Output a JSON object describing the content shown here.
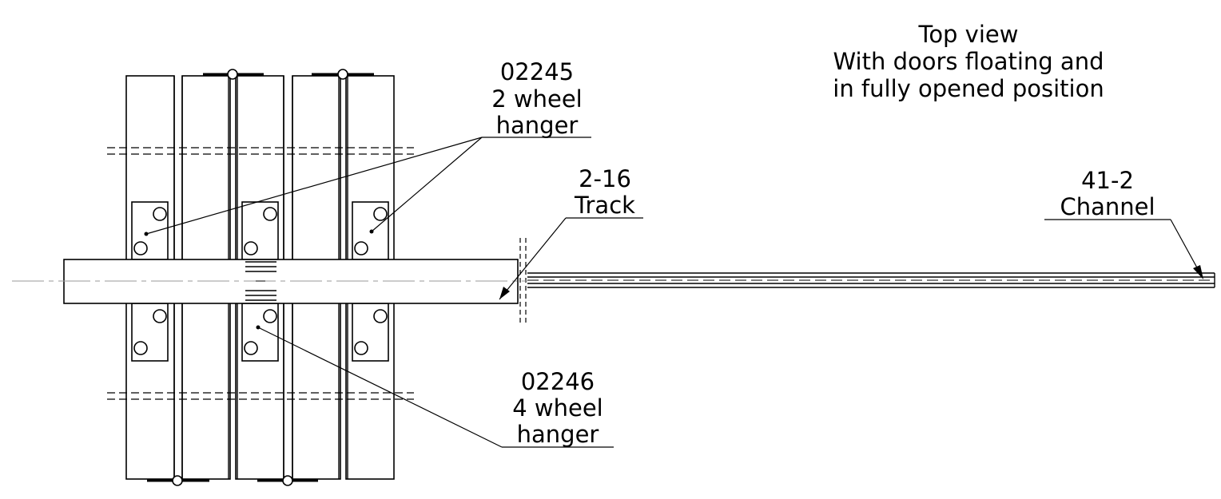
{
  "title": {
    "line1": "Top view",
    "line2": "With doors floating and",
    "line3": "in fully opened position"
  },
  "callouts": {
    "hanger_2wheel": {
      "part": "02245",
      "line2": "2 wheel",
      "line3": "hanger"
    },
    "track": {
      "part": "2-16",
      "name": "Track"
    },
    "channel": {
      "part": "41-2",
      "name": "Channel"
    },
    "hanger_4wheel": {
      "part": "02246",
      "line2": "4 wheel",
      "line3": "hanger"
    }
  },
  "colors": {
    "line": "#000000",
    "centerline": "#999999",
    "background": "#ffffff"
  }
}
